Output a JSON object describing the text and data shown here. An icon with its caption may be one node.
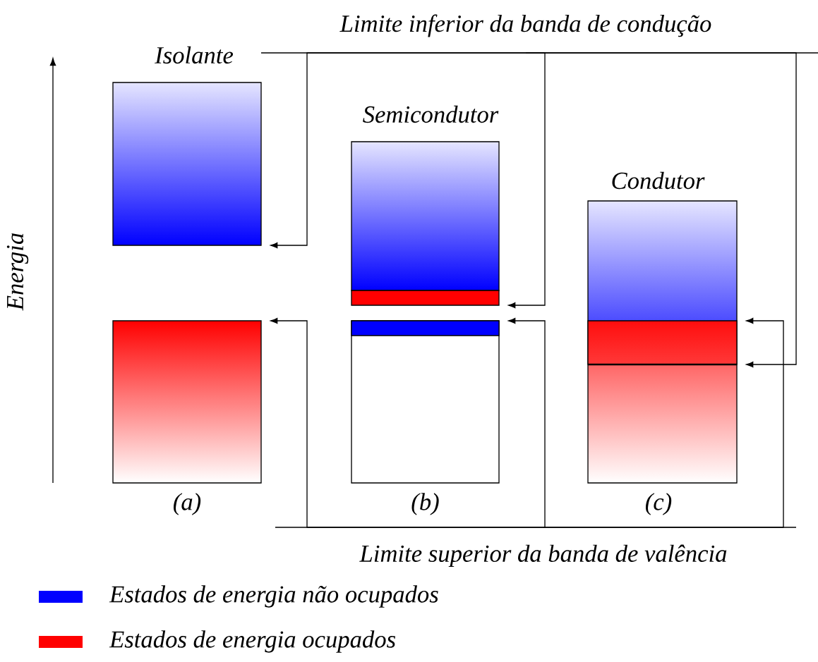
{
  "diagram": {
    "nodes": [
      {
        "text": [
          "Limite inferior da banda de condução"
        ]
      },
      {
        "text": [
          "Isolante"
        ]
      },
      {
        "text": [],
        "shape": "box",
        "beside": [
          "(a)"
        ]
      },
      {
        "text": [
          "Semicondutor"
        ]
      },
      {
        "text": [],
        "shape": "bar"
      },
      {
        "text": [],
        "shape": "box",
        "beside": [
          "(b)"
        ]
      },
      {
        "text": [],
        "shape": "bar",
        "in": 5
      },
      {
        "text": [
          "Condutor"
        ],
        "beside": [
          "(c)"
        ]
      },
      {
        "text": [],
        "shape": "bar",
        "in": 7
      },
      {
        "text": [
          "Limite superior da banda de valência"
        ]
      }
    ],
    "edges": [
      {
        "from": 0,
        "to": 1,
        "arrow": "to"
      },
      {
        "from": 0,
        "to": 4,
        "arrow": "to"
      },
      {
        "from": 0,
        "to": 7,
        "arrow": "to"
      },
      {
        "from": 9,
        "to": 2,
        "arrow": "to"
      },
      {
        "from": 9,
        "to": 5,
        "arrow": "to"
      },
      {
        "from": 9,
        "to": 7,
        "arrow": "to"
      }
    ],
    "labels": [
      "Energia"
    ],
    "legend": [
      {
        "text": "Estados de energia não ocupados",
        "color": "#0000ff"
      },
      {
        "text": "Estados de energia ocupados",
        "color": "#ff0000"
      }
    ]
  }
}
